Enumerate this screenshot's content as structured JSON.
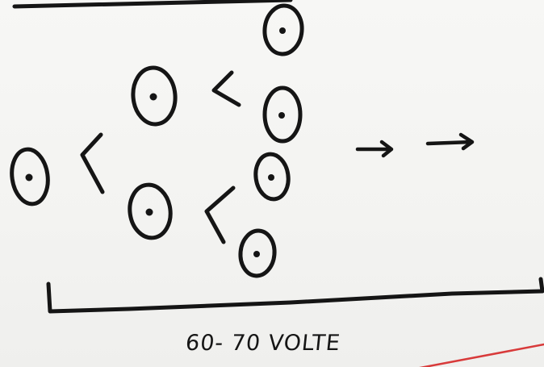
{
  "diagram": {
    "caption": "60- 70 VOLTE",
    "cells_per_generation": [
      1,
      2,
      4
    ],
    "arrow_count": 2,
    "colors": {
      "ink": "#151515",
      "accent": "#d83a3a",
      "board": "#f4f4f2"
    }
  }
}
